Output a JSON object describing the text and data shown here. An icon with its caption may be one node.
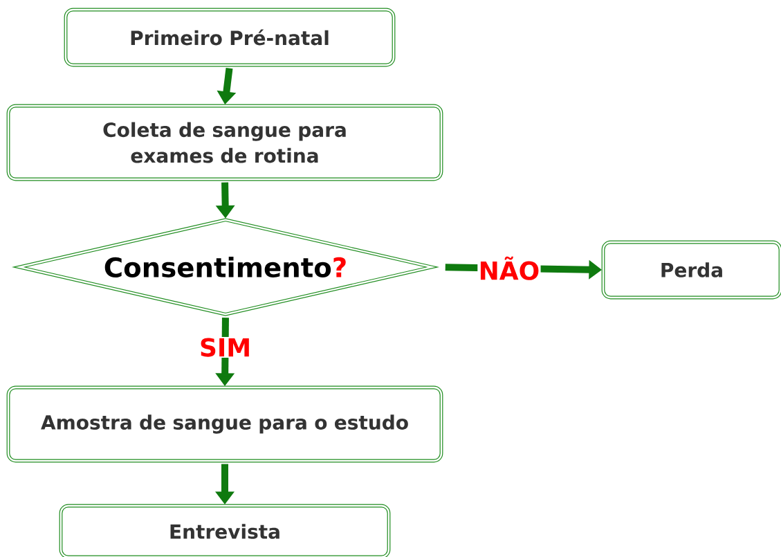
{
  "diagram": {
    "nodes": [
      {
        "text": [
          "Primeiro Pré-natal"
        ]
      },
      {
        "text": [
          "Coleta de sangue para exames de rotina"
        ]
      },
      {
        "text": [
          "Consentimento",
          "?"
        ]
      },
      {
        "text": [
          "Perda"
        ]
      },
      {
        "text": [
          "Amostra de sangue para o estudo"
        ]
      },
      {
        "text": [
          "Entrevista"
        ]
      }
    ],
    "edges": [
      {
        "from": 0,
        "to": 1,
        "arrow": "to"
      },
      {
        "from": 1,
        "to": 2,
        "arrow": "to"
      },
      {
        "from": 2,
        "to": 3,
        "arrow": "to",
        "label": "NÃO"
      },
      {
        "from": 2,
        "to": 4,
        "arrow": "to",
        "label": "SIM"
      },
      {
        "from": 4,
        "to": 5,
        "arrow": "to"
      }
    ]
  }
}
